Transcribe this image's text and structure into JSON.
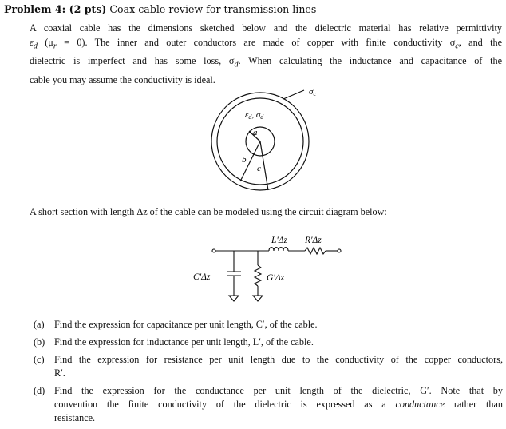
{
  "heading": {
    "bold": "Problem 4: (2 pts)",
    "title": "Coax cable review for transmission lines"
  },
  "intro": {
    "line1": "A coaxial cable has the dimensions sketched below and the dielectric material has relative permittivity",
    "line2_a": "ε",
    "line2_sub": "d",
    "line2_b": " (μ",
    "line2_sub2": "r",
    "line2_c": " = 0). The inner and outer conductors are made of copper with finite conductivity σ",
    "line2_sub3": "c",
    "line2_d": ", and the",
    "line3_a": "dielectric is imperfect and has some loss, σ",
    "line3_sub": "d",
    "line3_b": ". When calculating the inductance and capacitance of the",
    "line4": "cable you may assume the conductivity is ideal."
  },
  "coax_diagram": {
    "label_outer": "σc",
    "label_dielectric": "εd, σd",
    "label_a": "a",
    "label_b": "b",
    "label_c": "c"
  },
  "circuit_intro": "A short section with length Δz of the cable can be modeled using the circuit diagram below:",
  "circuit_diagram": {
    "label_L": "L′Δz",
    "label_R": "R′Δz",
    "label_C": "C′Δz",
    "label_G": "G′Δz"
  },
  "questions": [
    {
      "label": "(a)",
      "text": "Find the expression for capacitance per unit length, C′, of the cable."
    },
    {
      "label": "(b)",
      "text": "Find the expression for inductance per unit length, L′, of the cable."
    },
    {
      "label": "(c)",
      "text_line1": "Find the expression for resistance per unit length due to the conductivity of the copper conductors,",
      "text_line2": "R′."
    },
    {
      "label": "(d)",
      "text_line1": "Find the expression for the conductance per unit length of the dielectric, G′.  Note that by",
      "text_line2_a": "convention the finite conductivity of the dielectric is expressed as a ",
      "text_line2_em": "conductance",
      "text_line2_b": " rather than",
      "text_line3": "resistance."
    }
  ]
}
